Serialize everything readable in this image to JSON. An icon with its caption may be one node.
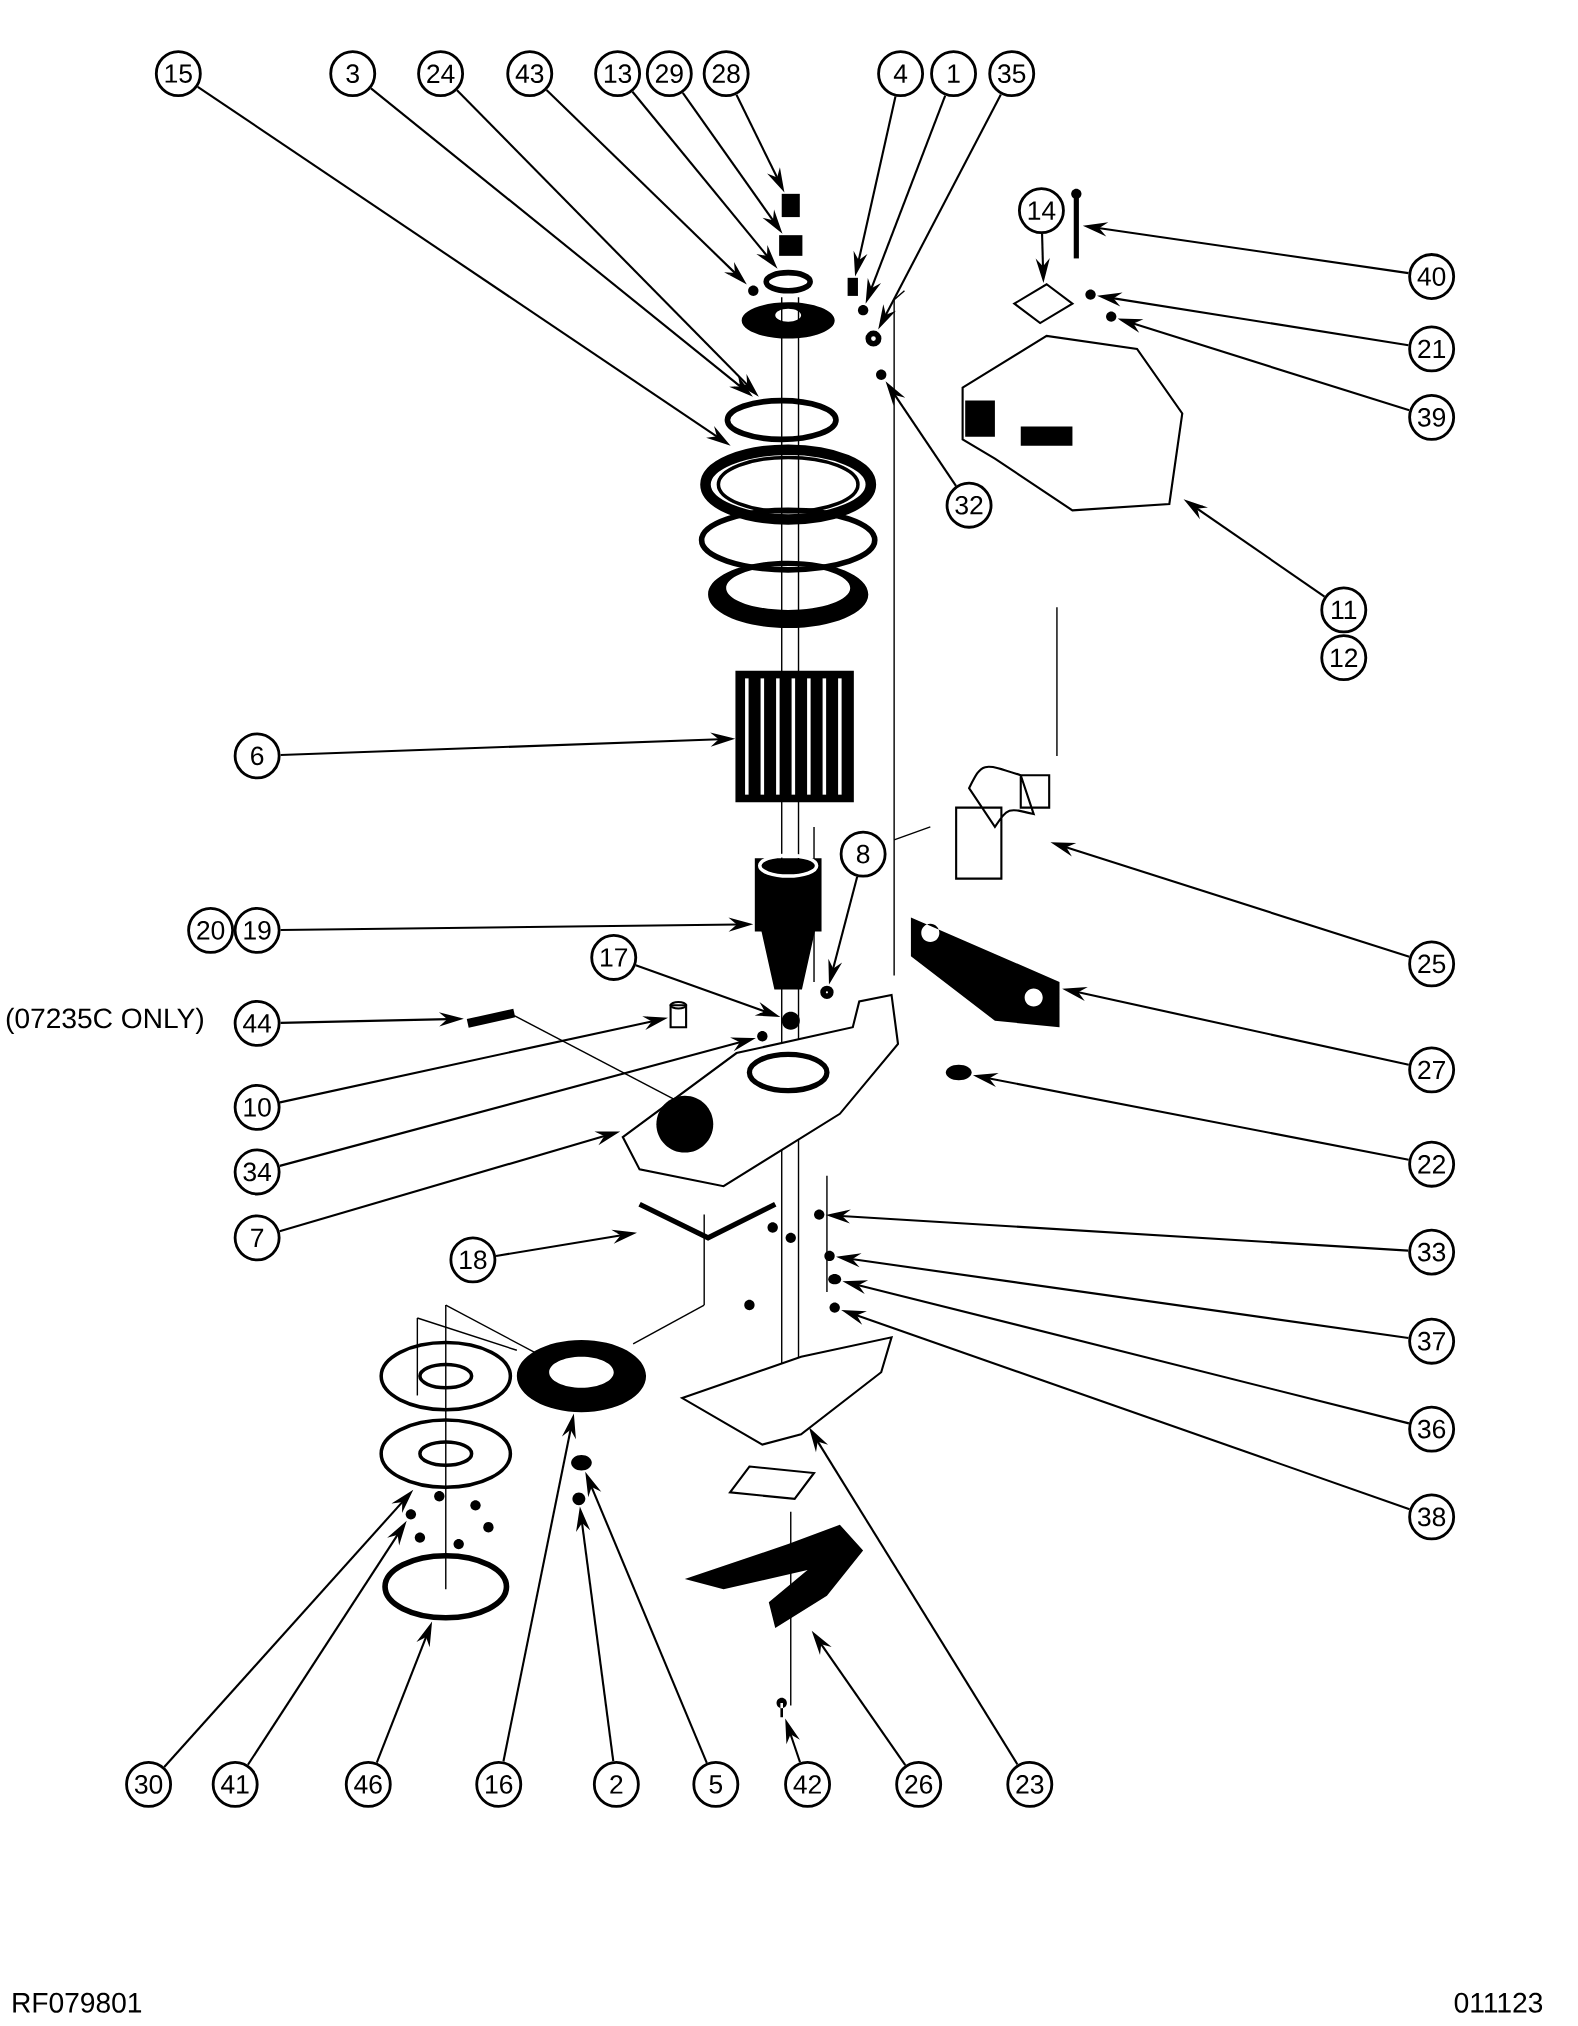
{
  "diagram": {
    "nodes": [
      {
        "text": [
          "15"
        ]
      },
      {
        "text": [
          "3"
        ]
      },
      {
        "text": [
          "24"
        ]
      },
      {
        "text": [
          "43"
        ]
      },
      {
        "text": [
          "13"
        ]
      },
      {
        "text": [
          "29"
        ]
      },
      {
        "text": [
          "28"
        ]
      },
      {
        "text": [
          "4"
        ]
      },
      {
        "text": [
          "1"
        ]
      },
      {
        "text": [
          "35"
        ]
      },
      {
        "text": [
          "14"
        ]
      },
      {
        "text": [
          "40"
        ]
      },
      {
        "text": [
          "21"
        ]
      },
      {
        "text": [
          "39"
        ]
      },
      {
        "text": [
          "32"
        ]
      },
      {
        "text": [
          "11"
        ]
      },
      {
        "text": [
          "12"
        ]
      },
      {
        "text": [
          "6"
        ]
      },
      {
        "text": [
          "8"
        ]
      },
      {
        "text": [
          "20"
        ]
      },
      {
        "text": [
          "19"
        ]
      },
      {
        "text": [
          "25"
        ]
      },
      {
        "text": [
          "17"
        ]
      },
      {
        "text": [
          "44"
        ]
      },
      {
        "text": [
          "27"
        ]
      },
      {
        "text": [
          "10"
        ]
      },
      {
        "text": [
          "22"
        ]
      },
      {
        "text": [
          "34"
        ]
      },
      {
        "text": [
          "7"
        ]
      },
      {
        "text": [
          "18"
        ]
      },
      {
        "text": [
          "33"
        ]
      },
      {
        "text": [
          "37"
        ]
      },
      {
        "text": [
          "36"
        ]
      },
      {
        "text": [
          "38"
        ]
      },
      {
        "text": [
          "30"
        ]
      },
      {
        "text": [
          "41"
        ]
      },
      {
        "text": [
          "46"
        ]
      },
      {
        "text": [
          "16"
        ]
      },
      {
        "text": [
          "2"
        ]
      },
      {
        "text": [
          "5"
        ]
      },
      {
        "text": [
          "42"
        ]
      },
      {
        "text": [
          "26"
        ]
      },
      {
        "text": [
          "23"
        ]
      },
      {
        "text": [],
        "shape": "box"
      },
      {
        "text": [],
        "shape": "box"
      },
      {
        "text": [],
        "shape": "dot"
      },
      {
        "text": [],
        "shape": "circle"
      },
      {
        "text": [],
        "shape": "box"
      },
      {
        "text": [],
        "shape": "dot"
      },
      {
        "text": [],
        "shape": "picture"
      },
      {
        "text": [],
        "shape": "circle"
      },
      {
        "text": [],
        "shape": "dot"
      },
      {
        "text": [],
        "shape": "circle"
      },
      {
        "text": [],
        "shape": "picture"
      },
      {
        "text": [],
        "shape": "circle"
      },
      {
        "text": [],
        "shape": "picture"
      },
      {
        "text": [],
        "shape": "picture"
      },
      {
        "text": [],
        "shape": "picture"
      },
      {
        "text": [],
        "shape": "dot"
      },
      {
        "text": [],
        "shape": "dot"
      },
      {
        "text": [],
        "shape": "picture"
      },
      {
        "text": [],
        "shape": "picture"
      },
      {
        "text": [],
        "shape": "picture"
      },
      {
        "text": [],
        "shape": "circle"
      },
      {
        "text": [],
        "shape": "picture"
      },
      {
        "text": [],
        "shape": "dot"
      },
      {
        "text": [],
        "shape": "picture"
      },
      {
        "text": [],
        "shape": "cylinder"
      },
      {
        "text": [],
        "shape": "dot"
      },
      {
        "text": [],
        "shape": "picture"
      },
      {
        "text": [],
        "shape": "dot"
      },
      {
        "text": [],
        "shape": "picture"
      },
      {
        "text": [],
        "shape": "picture"
      },
      {
        "text": [],
        "shape": "dot"
      },
      {
        "text": [],
        "shape": "dot"
      },
      {
        "text": [],
        "shape": "dot"
      },
      {
        "text": [],
        "shape": "dot"
      },
      {
        "text": [],
        "shape": "picture"
      },
      {
        "text": [],
        "shape": "picture"
      },
      {
        "text": [],
        "shape": "picture"
      },
      {
        "text": [],
        "shape": "picture"
      },
      {
        "text": [],
        "shape": "dot"
      },
      {
        "text": [],
        "shape": "dot"
      },
      {
        "text": [],
        "shape": "dot"
      },
      {
        "text": [],
        "shape": "picture"
      },
      {
        "text": [],
        "shape": "circle"
      },
      {
        "text": [],
        "shape": "picture"
      },
      {
        "text": [],
        "shape": "picture"
      },
      {
        "text": [],
        "shape": "picture"
      },
      {
        "text": [],
        "shape": "picture"
      }
    ],
    "edges": [
      {
        "from": 0,
        "to": 53,
        "arrow": "to"
      },
      {
        "from": 1,
        "to": 52,
        "arrow": "to"
      },
      {
        "from": 2,
        "to": 52,
        "arrow": "to"
      },
      {
        "from": 3,
        "to": 45,
        "arrow": "to"
      },
      {
        "from": 4,
        "to": 46,
        "arrow": "to"
      },
      {
        "from": 5,
        "to": 44,
        "arrow": "to"
      },
      {
        "from": 6,
        "to": 43,
        "arrow": "to"
      },
      {
        "from": 7,
        "to": 47,
        "arrow": "to"
      },
      {
        "from": 8,
        "to": 48,
        "arrow": "to"
      },
      {
        "from": 9,
        "to": 50,
        "arrow": "to"
      },
      {
        "from": 10,
        "to": 57,
        "arrow": "to"
      },
      {
        "from": 11,
        "to": 56,
        "arrow": "to"
      },
      {
        "from": 12,
        "to": 58,
        "arrow": "to"
      },
      {
        "from": 13,
        "to": 59,
        "arrow": "to"
      },
      {
        "from": 14,
        "to": 51,
        "arrow": "to"
      },
      {
        "from": 15,
        "to": 60,
        "arrow": "to"
      },
      {
        "from": 17,
        "to": 61,
        "arrow": "to"
      },
      {
        "from": 18,
        "to": 63,
        "arrow": "to"
      },
      {
        "from": 20,
        "to": 62,
        "arrow": "to"
      },
      {
        "from": 21,
        "to": 64,
        "arrow": "to"
      },
      {
        "from": 22,
        "to": 65,
        "arrow": "to"
      },
      {
        "from": 23,
        "to": 66,
        "arrow": "to"
      },
      {
        "from": 24,
        "to": 69,
        "arrow": "to"
      },
      {
        "from": 25,
        "to": 67,
        "arrow": "to"
      },
      {
        "from": 26,
        "to": 70,
        "arrow": "to"
      },
      {
        "from": 27,
        "to": 68,
        "arrow": "to"
      },
      {
        "from": 28,
        "to": 71,
        "arrow": "to"
      },
      {
        "from": 29,
        "to": 72,
        "arrow": "to"
      },
      {
        "from": 30,
        "to": 73,
        "arrow": "to"
      },
      {
        "from": 31,
        "to": 74,
        "arrow": "to"
      },
      {
        "from": 32,
        "to": 75,
        "arrow": "to"
      },
      {
        "from": 33,
        "to": 76,
        "arrow": "to"
      },
      {
        "from": 34,
        "to": 80,
        "arrow": "to"
      },
      {
        "from": 35,
        "to": 83,
        "arrow": "to"
      },
      {
        "from": 36,
        "to": 85,
        "arrow": "to"
      },
      {
        "from": 37,
        "to": 79,
        "arrow": "to"
      },
      {
        "from": 38,
        "to": 82,
        "arrow": "to"
      },
      {
        "from": 39,
        "to": 81,
        "arrow": "to"
      },
      {
        "from": 40,
        "to": 89,
        "arrow": "to"
      },
      {
        "from": 41,
        "to": 88,
        "arrow": "to"
      },
      {
        "from": 42,
        "to": 86,
        "arrow": "to"
      }
    ],
    "labels": [
      "(07235C ONLY)",
      "RF079801",
      "011123"
    ]
  }
}
